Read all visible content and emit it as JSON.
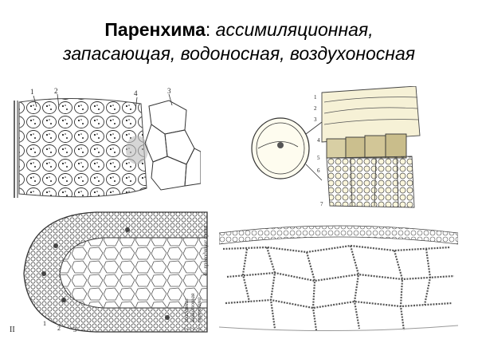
{
  "slide": {
    "title_lead": "Паренхима",
    "title_colon": ":",
    "title_line1_rest": " ассимиляционная,",
    "title_line2": "запасающая, водоносная, воздухоносная"
  },
  "figures": {
    "top_left": {
      "labels": [
        "1",
        "2",
        "3",
        "4"
      ]
    },
    "bottom_left": {
      "side_labels": [
        "1",
        "2",
        "3"
      ],
      "left_digits": "II",
      "legend_lines": [
        "1 - эпидермис",
        "2 - запасающая",
        "3 - паренхима",
        "4 - проводящие пучки"
      ]
    },
    "top_right": {
      "labels": [
        "1",
        "2",
        "3",
        "4",
        "5",
        "6",
        "7"
      ]
    }
  }
}
